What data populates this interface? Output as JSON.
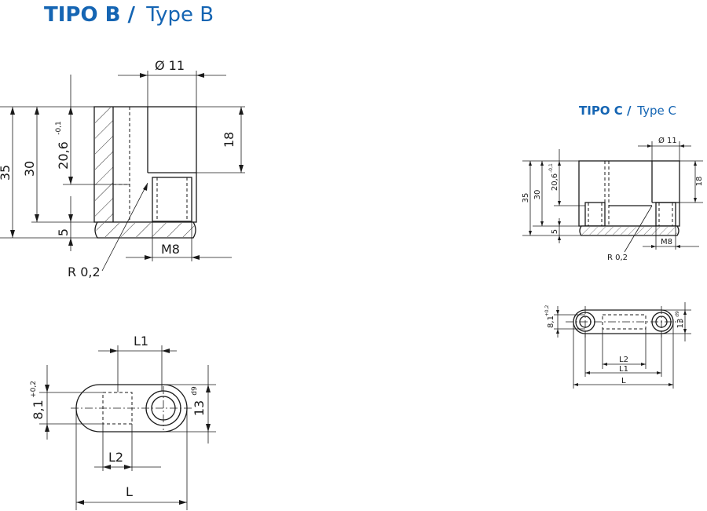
{
  "colors": {
    "title_blue": "#1565b3",
    "line": "#1a1a1a"
  },
  "type_b": {
    "title": {
      "bold": "TIPO B /",
      "light": "Type B"
    },
    "side_view": {
      "dia": "Ø 11",
      "d35": "35",
      "d30": "30",
      "d20": "20,6",
      "d20_tol": "-0,1",
      "d5": "5",
      "d18": "18",
      "m8": "M8",
      "radius": "R 0,2"
    },
    "top_view": {
      "l1": "L1",
      "l2": "L2",
      "l": "L",
      "w81": "8,1",
      "w81_tol": "+0,2",
      "w13": "13",
      "w13_tol": "d9"
    }
  },
  "type_c": {
    "title": {
      "bold": "TIPO C /",
      "light": "Type C"
    },
    "side_view": {
      "dia": "Ø 11",
      "d35": "35",
      "d30": "30",
      "d20": "20,6",
      "d20_tol": "-0,1",
      "d5": "5",
      "d18": "18",
      "m8": "M8",
      "radius": "R 0,2"
    },
    "top_view": {
      "l2": "L2",
      "l1": "L1",
      "l": "L",
      "w81": "8,1",
      "w81_tol": "+0,2",
      "w13": "13",
      "w13_tol": "d9"
    }
  }
}
